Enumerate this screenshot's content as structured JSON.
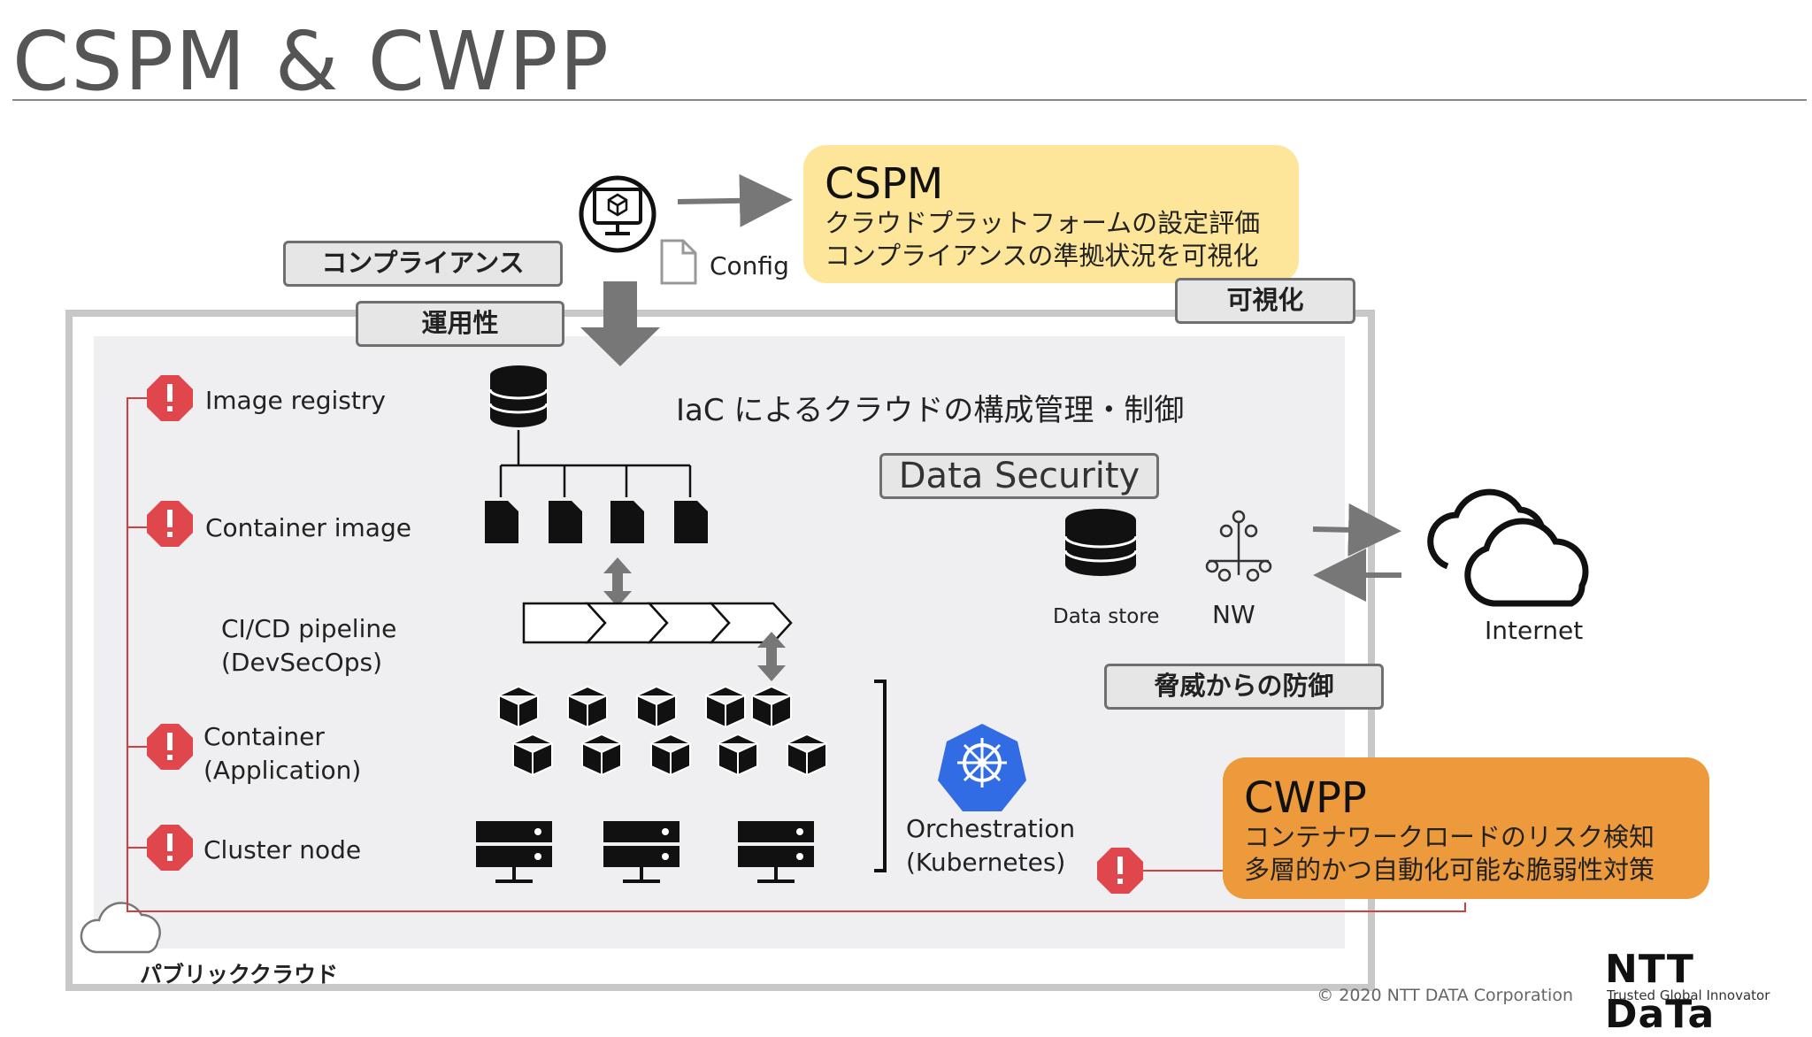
{
  "page": {
    "title": "CSPM & CWPP",
    "footer_copyright": "© 2020 NTT DATA Corporation",
    "logo_text": "NTT DaTa",
    "logo_tagline": "Trusted Global Innovator"
  },
  "tags": {
    "compliance": "コンプライアンス",
    "operability": "運用性",
    "visualization": "可視化",
    "threat_defense": "脅威からの防御",
    "data_security": "Data Security"
  },
  "cspm": {
    "heading": "CSPM",
    "line1": "クラウドプラットフォームの設定評価",
    "line2": "コンプライアンスの準拠状況を可視化",
    "config_label": "Config"
  },
  "cwpp": {
    "heading": "CWPP",
    "line1": "コンテナワークロードのリスク検知",
    "line2": "多層的かつ自動化可能な脆弱性対策"
  },
  "diagram": {
    "iac_text": "IaC によるクラウドの構成管理・制御",
    "image_registry": "Image registry",
    "container_image": "Container image",
    "cicd_line1": "CI/CD pipeline",
    "cicd_line2": "(DevSecOps)",
    "container_line1": "Container",
    "container_line2": "(Application)",
    "cluster_node": "Cluster node",
    "orchestration_line1": "Orchestration",
    "orchestration_line2": "(Kubernetes)",
    "data_store": "Data store",
    "nw": "NW",
    "internet": "Internet",
    "public_cloud": "パブリッククラウド"
  },
  "colors": {
    "cspm_box": "#fde69a",
    "cwpp_box": "#ec9a3c",
    "alert": "#e0474c",
    "connector": "#d04040",
    "k8s_blue": "#326ce5"
  },
  "icons": {
    "monitor": "monitor-cube-icon",
    "document": "document-icon",
    "database": "database-icon",
    "file": "file-icon",
    "container": "cube-icon",
    "server": "server-icon",
    "network": "network-icon",
    "cloud": "cloud-icon",
    "kubernetes": "kubernetes-icon",
    "alert": "alert-octagon-icon"
  }
}
